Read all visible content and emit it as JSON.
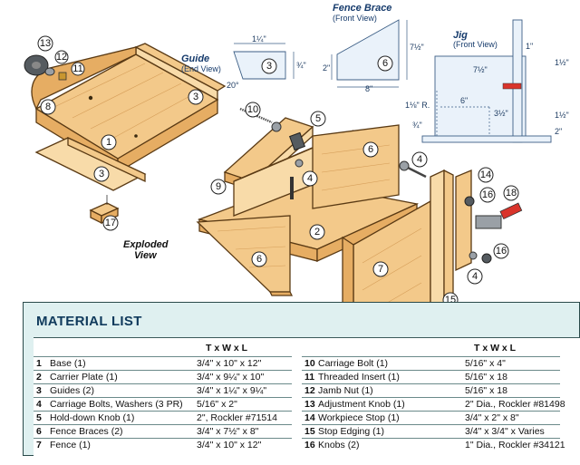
{
  "drawing": {
    "exploded_label_1": "Exploded",
    "exploded_label_2": "View",
    "callouts": [
      "13",
      "12",
      "11",
      "8",
      "3",
      "1",
      "3",
      "17",
      "10",
      "9",
      "5",
      "4",
      "6",
      "2",
      "6",
      "4",
      "7",
      "14",
      "16",
      "18",
      "16",
      "4",
      "15"
    ]
  },
  "guide_detail": {
    "title": "Guide",
    "subtitle": "(End View)",
    "dim_top": "1¼\"",
    "dim_side": "¾\"",
    "dim_angle": "20°",
    "part": "3"
  },
  "fence_brace_detail": {
    "title": "Fence Brace",
    "subtitle": "(Front View)",
    "dim_height": "7½\"",
    "dim_side": "2\"",
    "dim_bottom": "8\"",
    "part": "6"
  },
  "jig_detail": {
    "title": "Jig",
    "subtitle": "(Front View)",
    "dim_1": "1\"",
    "dim_2": "1½\"",
    "dim_3": "7½\"",
    "dim_4": "6\"",
    "dim_5": "1⅛\" R.",
    "dim_6": "3½\"",
    "dim_7": "1½\"",
    "dim_8": "2\"",
    "dim_9": "¾\""
  },
  "material_list": {
    "title": "MATERIAL LIST",
    "col_head": "T x W x L",
    "left": [
      {
        "no": "1",
        "name": "Base (1)",
        "size": "3/4\" x 10\" x 12\""
      },
      {
        "no": "2",
        "name": "Carrier Plate (1)",
        "size": "3/4\" x 9¼\" x 10\""
      },
      {
        "no": "3",
        "name": "Guides (2)",
        "size": "3/4\" x 1¼\" x 9¼\""
      },
      {
        "no": "4",
        "name": "Carriage Bolts, Washers (3 PR)",
        "size": "5/16\" x 2\""
      },
      {
        "no": "5",
        "name": "Hold-down Knob (1)",
        "size": "2\", Rockler #71514"
      },
      {
        "no": "6",
        "name": "Fence Braces (2)",
        "size": "3/4\" x 7½\" x 8\""
      },
      {
        "no": "7",
        "name": "Fence (1)",
        "size": "3/4\" x 10\" x 12\""
      }
    ],
    "right": [
      {
        "no": "10",
        "name": "Carriage Bolt (1)",
        "size": "5/16\" x 4\""
      },
      {
        "no": "11",
        "name": "Threaded Insert (1)",
        "size": "5/16\" x 18"
      },
      {
        "no": "12",
        "name": "Jamb Nut (1)",
        "size": "5/16\" x 18"
      },
      {
        "no": "13",
        "name": "Adjustment Knob (1)",
        "size": "2\" Dia., Rockler #81498"
      },
      {
        "no": "14",
        "name": "Workpiece Stop (1)",
        "size": "3/4\" x 2\" x 8\""
      },
      {
        "no": "15",
        "name": "Stop Edging (1)",
        "size": "3/4\" x 3/4\" x Varies"
      },
      {
        "no": "16",
        "name": "Knobs (2)",
        "size": "1\" Dia., Rockler #34121"
      }
    ]
  }
}
